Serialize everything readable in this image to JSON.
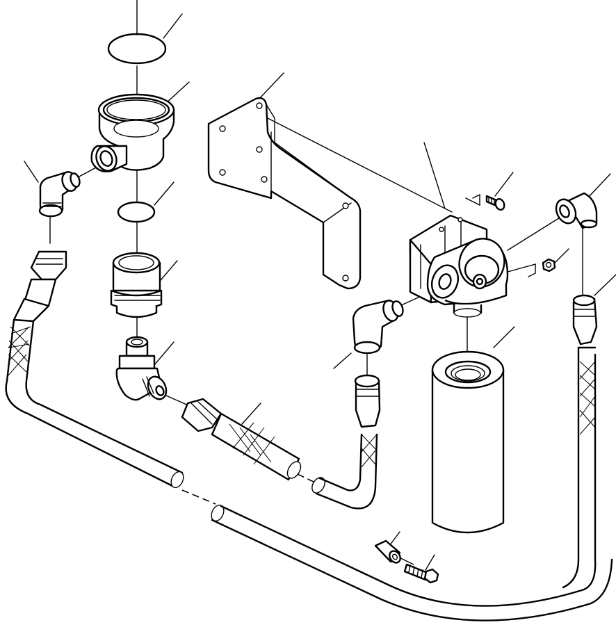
{
  "diagram": {
    "kind": "exploded parts view",
    "style": "black line art on white",
    "components": [
      "o-ring-upper",
      "filter-adapter-head",
      "elbow-fitting-left",
      "o-ring-lower",
      "adapter-bushing",
      "elbow-fitting-lower",
      "mounting-bracket",
      "filter-base",
      "bolt",
      "nut",
      "elbow-fitting-right-upper",
      "elbow-fitting-right",
      "filter-cartridge",
      "hose-left",
      "hose-middle",
      "hose-right",
      "spacer",
      "screw"
    ]
  }
}
